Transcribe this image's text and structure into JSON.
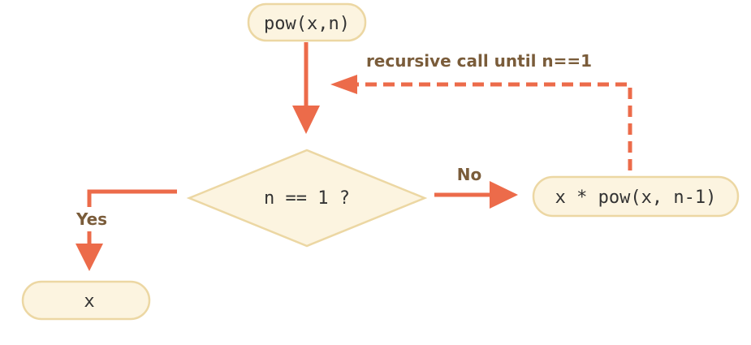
{
  "diagram": {
    "nodes": {
      "start": "pow(x,n)",
      "decision": "n == 1 ?",
      "recurse": "x * pow(x, n-1)",
      "result": "x"
    },
    "edges": {
      "no_label": "No",
      "yes_label": "Yes",
      "loop_label": "recursive call until n==1"
    },
    "colors": {
      "node_fill": "#fcf4e0",
      "node_stroke": "#ecd7a3",
      "node_text": "#333333",
      "arrow": "#ec6b4a",
      "label_text": "#7a5c3a"
    }
  }
}
